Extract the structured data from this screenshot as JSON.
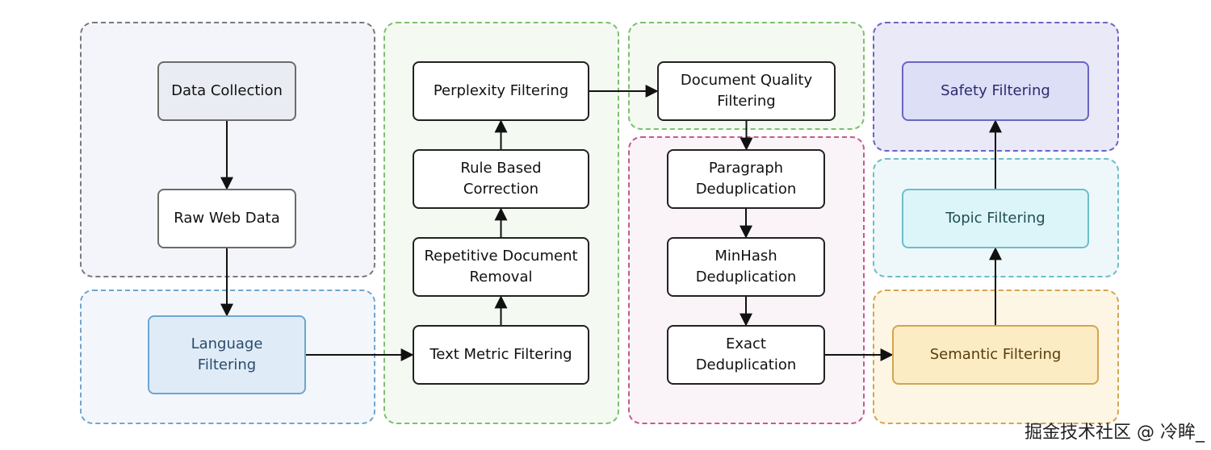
{
  "nodes": {
    "data_collection": "Data Collection",
    "raw_web_data": "Raw Web Data",
    "language_filtering": "Language\nFiltering",
    "perplexity_filtering": "Perplexity Filtering",
    "rule_based_correction": "Rule Based\nCorrection",
    "repetitive_document_removal": "Repetitive Document\nRemoval",
    "text_metric_filtering": "Text Metric Filtering",
    "document_quality_filtering": "Document Quality\nFiltering",
    "paragraph_deduplication": "Paragraph\nDeduplication",
    "minhash_deduplication": "MinHash\nDeduplication",
    "exact_deduplication": "Exact\nDeduplication",
    "safety_filtering": "Safety Filtering",
    "topic_filtering": "Topic Filtering",
    "semantic_filtering": "Semantic Filtering"
  },
  "edges": [
    [
      "data_collection",
      "raw_web_data"
    ],
    [
      "raw_web_data",
      "language_filtering"
    ],
    [
      "language_filtering",
      "text_metric_filtering"
    ],
    [
      "text_metric_filtering",
      "repetitive_document_removal"
    ],
    [
      "repetitive_document_removal",
      "rule_based_correction"
    ],
    [
      "rule_based_correction",
      "perplexity_filtering"
    ],
    [
      "perplexity_filtering",
      "document_quality_filtering"
    ],
    [
      "document_quality_filtering",
      "paragraph_deduplication"
    ],
    [
      "paragraph_deduplication",
      "minhash_deduplication"
    ],
    [
      "minhash_deduplication",
      "exact_deduplication"
    ],
    [
      "exact_deduplication",
      "semantic_filtering"
    ],
    [
      "semantic_filtering",
      "topic_filtering"
    ],
    [
      "topic_filtering",
      "safety_filtering"
    ]
  ],
  "group_colors": {
    "collection": "#7a7a7a",
    "language": "#6fa6cf",
    "heuristic": "#7cc06e",
    "dedup": "#c25a8c",
    "safety": "#6a64c4",
    "topic": "#6dbdc9",
    "semantic": "#d6a450"
  },
  "watermark": "掘金技术社区 @ 冷眸_"
}
